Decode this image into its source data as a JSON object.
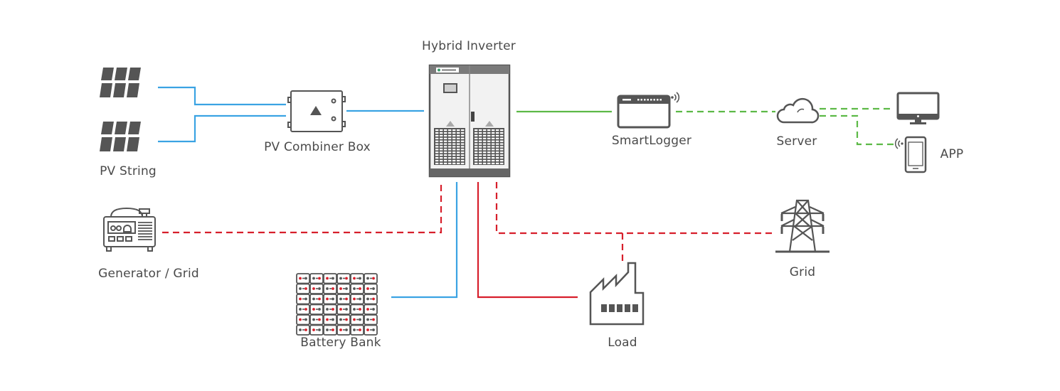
{
  "diagram": {
    "colors": {
      "dc_line": "#3aa3e3",
      "ac_line": "#d71f2b",
      "comm_line": "#5cb946",
      "icon": "#555555",
      "battery_terminal": "#d71f2b",
      "text": "#4a4a4a"
    },
    "nodes": [
      {
        "id": "pv_string",
        "label": "PV String",
        "icon": "solar-panel-icon"
      },
      {
        "id": "pv_combiner_box",
        "label": "PV Combiner Box",
        "icon": "combiner-box-icon"
      },
      {
        "id": "hybrid_inverter",
        "label": "Hybrid Inverter",
        "icon": "inverter-cabinet-icon"
      },
      {
        "id": "smartlogger",
        "label": "SmartLogger",
        "icon": "datalogger-icon"
      },
      {
        "id": "server",
        "label": "Server",
        "icon": "cloud-icon"
      },
      {
        "id": "monitor",
        "label": "",
        "icon": "monitor-icon"
      },
      {
        "id": "app",
        "label": "APP",
        "icon": "smartphone-icon"
      },
      {
        "id": "generator",
        "label": "Generator / Grid",
        "icon": "generator-icon"
      },
      {
        "id": "battery_bank",
        "label": "Battery Bank",
        "icon": "battery-bank-icon"
      },
      {
        "id": "load",
        "label": "Load",
        "icon": "factory-icon"
      },
      {
        "id": "grid",
        "label": "Grid",
        "icon": "transmission-tower-icon"
      }
    ],
    "edges": [
      {
        "from": "pv_string",
        "to": "pv_combiner_box",
        "type": "dc",
        "style": "solid",
        "count": 2
      },
      {
        "from": "pv_combiner_box",
        "to": "hybrid_inverter",
        "type": "dc",
        "style": "solid"
      },
      {
        "from": "hybrid_inverter",
        "to": "smartlogger",
        "type": "comm",
        "style": "solid"
      },
      {
        "from": "smartlogger",
        "to": "server",
        "type": "comm",
        "style": "dashed"
      },
      {
        "from": "server",
        "to": "monitor",
        "type": "comm",
        "style": "dashed"
      },
      {
        "from": "server",
        "to": "app",
        "type": "comm",
        "style": "dashed"
      },
      {
        "from": "generator",
        "to": "hybrid_inverter",
        "type": "ac",
        "style": "dashed"
      },
      {
        "from": "battery_bank",
        "to": "hybrid_inverter",
        "type": "dc",
        "style": "solid"
      },
      {
        "from": "hybrid_inverter",
        "to": "load",
        "type": "ac",
        "style": "solid"
      },
      {
        "from": "hybrid_inverter",
        "to": "grid",
        "type": "ac",
        "style": "dashed"
      },
      {
        "from": "grid",
        "to": "load",
        "type": "ac",
        "style": "dashed"
      }
    ],
    "labels": {
      "pv_string": "PV String",
      "pv_combiner_box": "PV Combiner Box",
      "hybrid_inverter": "Hybrid Inverter",
      "smartlogger": "SmartLogger",
      "server": "Server",
      "app": "APP",
      "generator": "Generator / Grid",
      "battery_bank": "Battery Bank",
      "load": "Load",
      "grid": "Grid"
    }
  }
}
